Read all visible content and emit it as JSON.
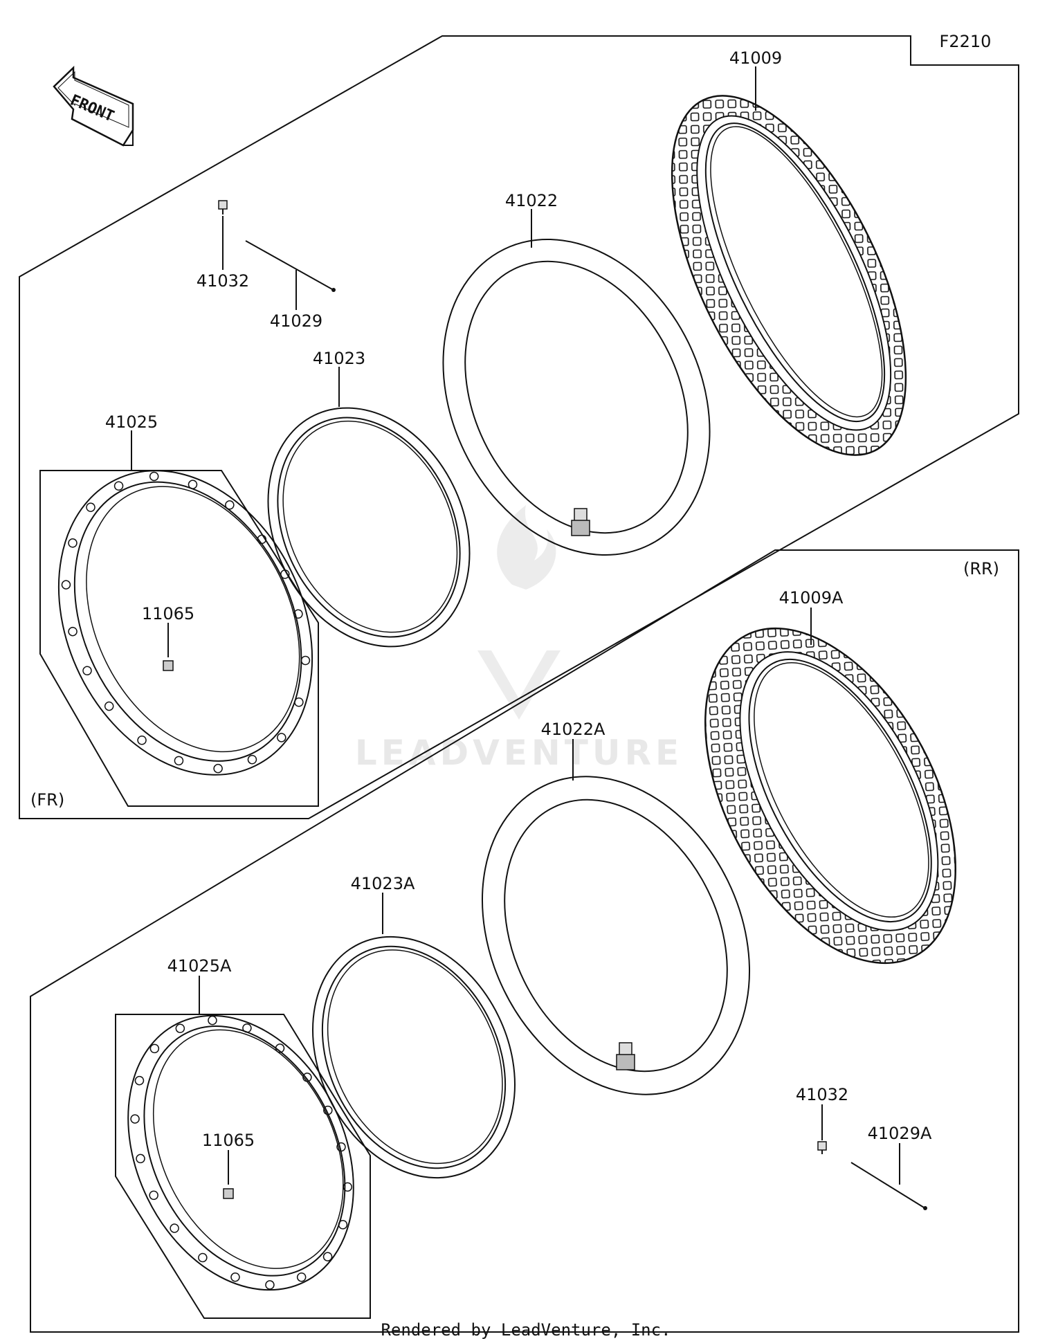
{
  "figure_code": "F2210",
  "front_arrow_text": "FRONT",
  "watermark": "LEADVENTURE",
  "footer": "Rendered by LeadVenture, Inc.",
  "front_group": {
    "tag": "(FR)",
    "parts": {
      "tire": "41009",
      "tube": "41022",
      "rim_band": "41023",
      "rim": "41025",
      "spoke_nipple": "41032",
      "spoke": "41029",
      "rim_lock": "11065"
    }
  },
  "rear_group": {
    "tag": "(RR)",
    "parts": {
      "tire": "41009A",
      "tube": "41022A",
      "rim_band": "41023A",
      "rim": "41025A",
      "spoke_nipple": "41032",
      "spoke": "41029A",
      "rim_lock": "11065"
    }
  }
}
